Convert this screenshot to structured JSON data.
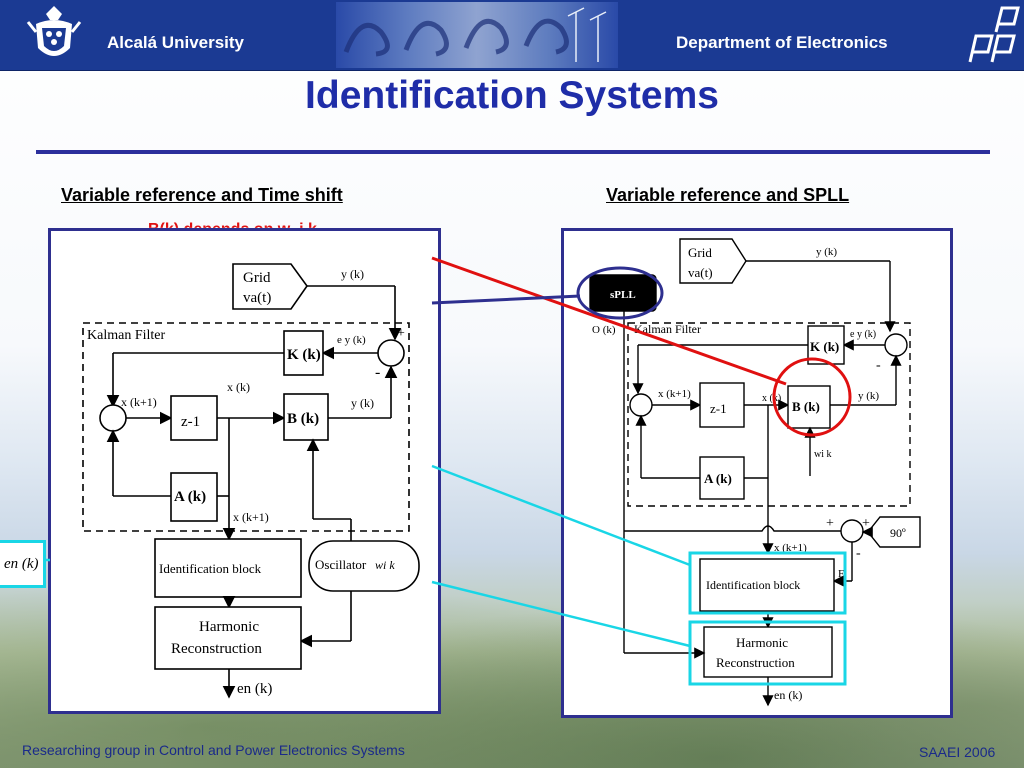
{
  "header": {
    "university": "Alcalá University",
    "department": "Department of Electronics"
  },
  "title": "Identification Systems",
  "left": {
    "heading": "Variable reference and Time shift",
    "note": "B(k) depends on w_i k",
    "labels": {
      "grid": "Grid",
      "va": "va(t)",
      "yk_top": "y (k)",
      "kalman": "Kalman  Filter",
      "eyk": "e y (k)",
      "plus": "+",
      "minus": "-",
      "kk": "K (k)",
      "xk1": "x (k+1)",
      "xk": "x (k)",
      "zinv": "z-1",
      "bk": "B (k)",
      "yk": "y (k)",
      "ak": "A (k)",
      "xk1b": "x (k+1)",
      "ident": "Identification block",
      "osc": "Oscillator",
      "wk": "wi k",
      "harm1": "Harmonic",
      "harm2": "Reconstruction",
      "enk": "en (k)"
    }
  },
  "right": {
    "heading": "Variable reference and SPLL",
    "labels": {
      "grid": "Grid",
      "va": "va(t)",
      "yk_top": "y (k)",
      "spll": "sPLL",
      "ok": "O (k)",
      "kalman": "Kalman  Filter",
      "kk": "K (k)",
      "eyk": "e y (k)",
      "plus": "+",
      "minus": "-",
      "xk1": "x (k+1)",
      "zinv": "z-1",
      "xk": "x (k)",
      "bk": "B (k)",
      "yk": "y (k)",
      "wk": "wi k",
      "ak": "A (k)",
      "xk1b": "x (k+1)",
      "deg90": "90º",
      "ident": "Identification block",
      "f": "F",
      "harm1": "Harmonic",
      "harm2": "Reconstruction",
      "enk": "en (k)"
    }
  },
  "en_box": "en (k)",
  "footer": {
    "group": "Researching group in Control and Power Electronics Systems",
    "conference": "SAAEI 2006"
  },
  "colors": {
    "header_bg": "#1b3a93",
    "title": "#1f2da8",
    "frame": "#2e2f8f",
    "highlight_red": "#e01010",
    "highlight_cyan": "#19d6e6",
    "footer_text": "#1a2a8a"
  }
}
